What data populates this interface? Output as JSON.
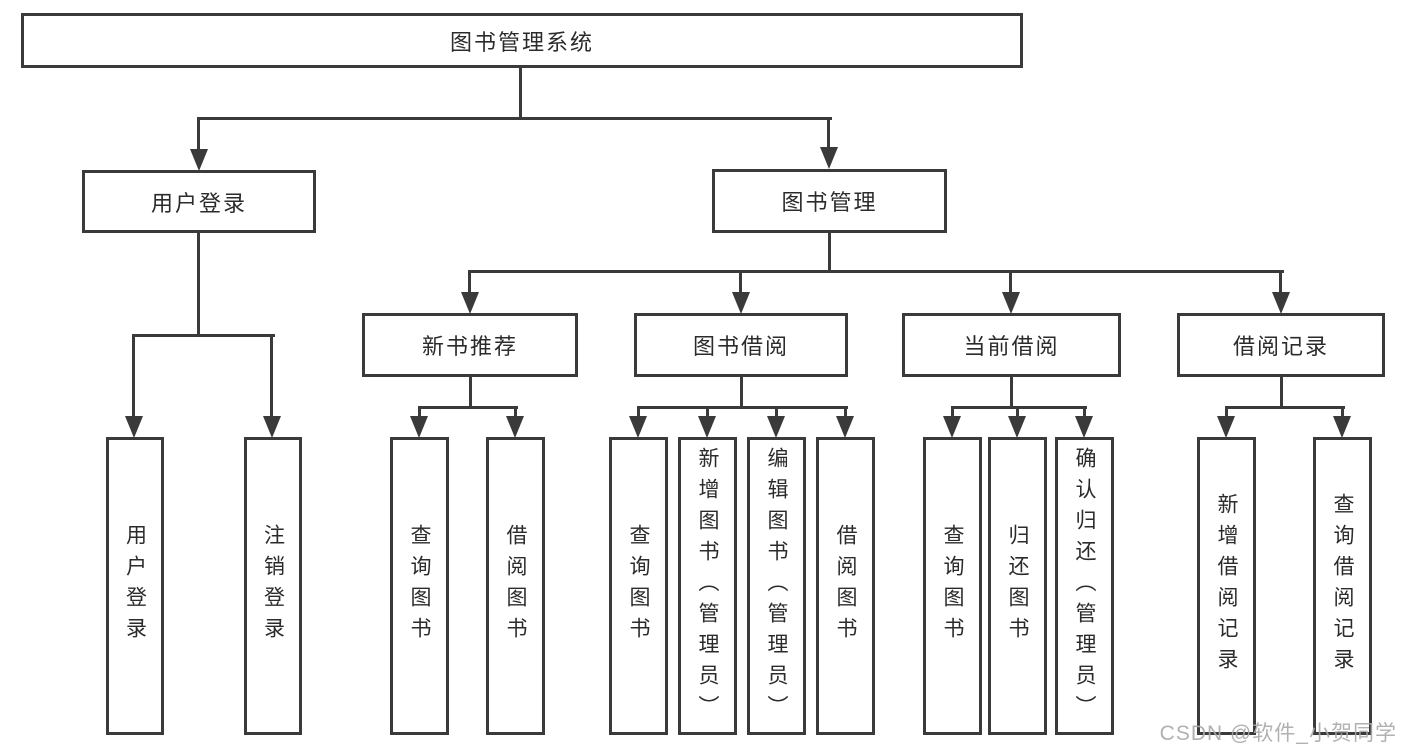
{
  "diagram": {
    "title": "图书管理系统",
    "level2": {
      "user_login": "用户登录",
      "book_management": "图书管理"
    },
    "level3": {
      "new_book_recommend": "新书推荐",
      "book_borrow": "图书借阅",
      "current_borrow": "当前借阅",
      "borrow_records": "借阅记录"
    },
    "leaves": {
      "user_login_group": [
        "用户登录",
        "注销登录"
      ],
      "new_book_group": [
        "查询图书",
        "借阅图书"
      ],
      "book_borrow_group": [
        "查询图书",
        "新增图书（管理员）",
        "编辑图书（管理员）",
        "借阅图书"
      ],
      "current_borrow_group": [
        "查询图书",
        "归还图书",
        "确认归还（管理员）"
      ],
      "records_group": [
        "新增借阅记录",
        "查询借阅记录"
      ]
    },
    "watermark": "CSDN @软件_小贺同学",
    "colors": {
      "line": "#3a3a3a",
      "text": "#2b2b2b",
      "watermark": "#a9a9a9",
      "background": "#ffffff"
    }
  }
}
